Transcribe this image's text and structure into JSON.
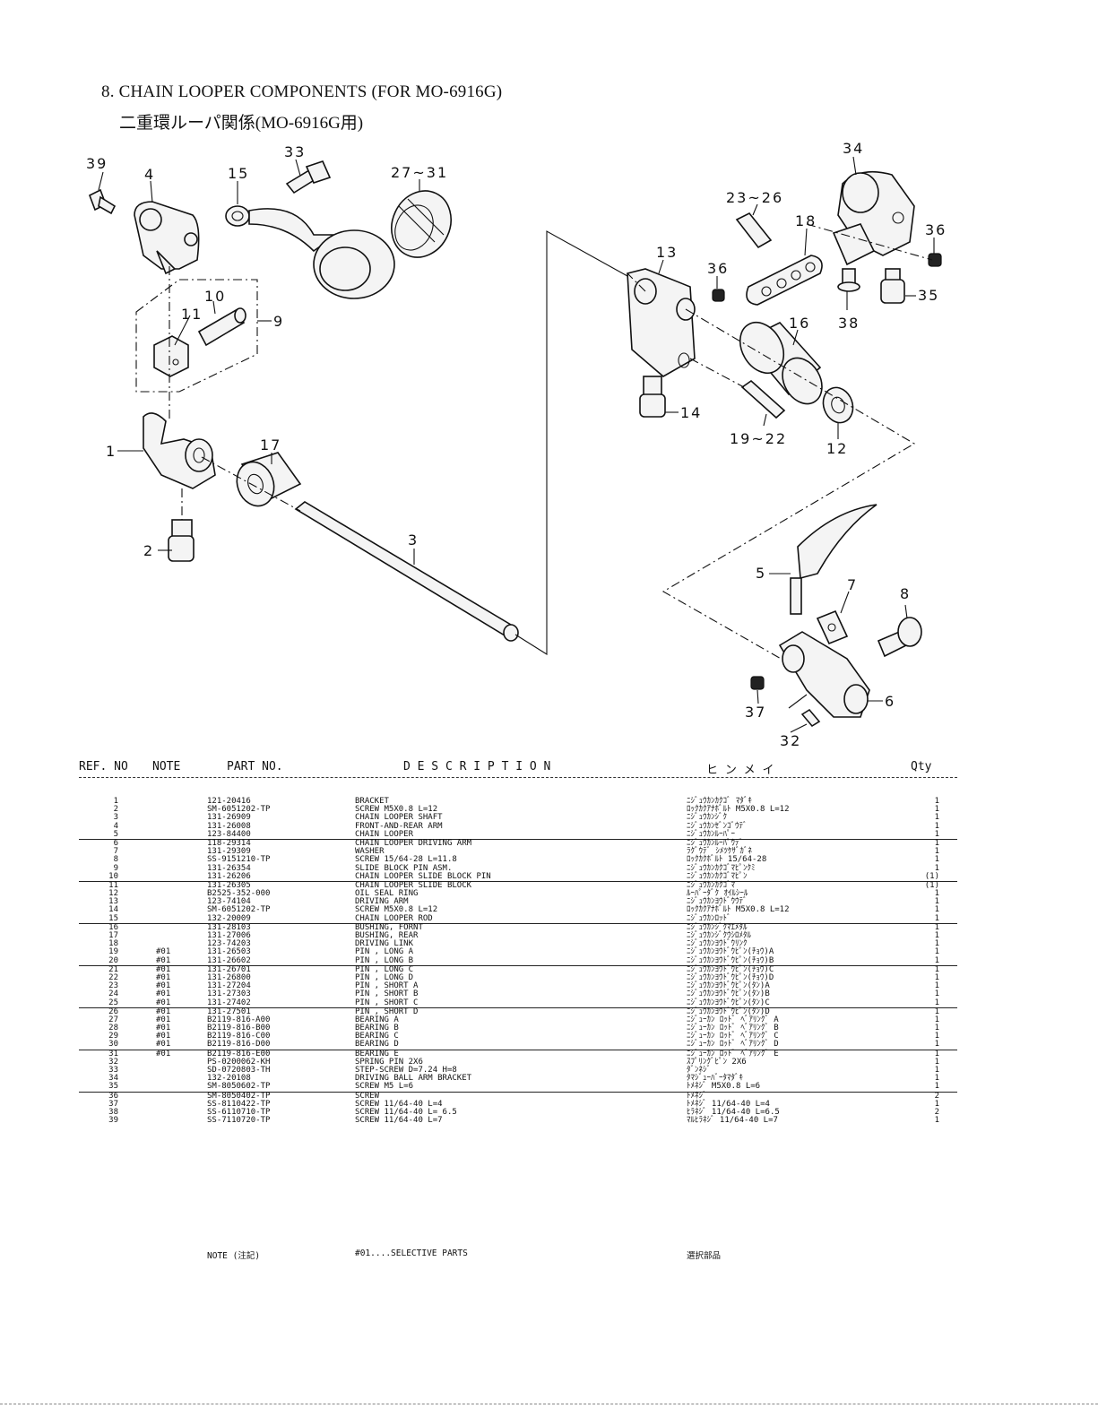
{
  "header": {
    "title": "8. CHAIN LOOPER COMPONENTS (FOR MO-6916G)",
    "subtitle": "二重環ルーパ関係(MO-6916G用)"
  },
  "diagram": {
    "callouts": [
      "39",
      "4",
      "15",
      "33",
      "27~31",
      "34",
      "23~26",
      "18",
      "36",
      "13",
      "36",
      "35",
      "10",
      "11",
      "9",
      "16",
      "38",
      "14",
      "19~22",
      "12",
      "1",
      "17",
      "3",
      "2",
      "5",
      "7",
      "8",
      "6",
      "37",
      "32"
    ]
  },
  "table": {
    "columns": {
      "ref": "REF. NO",
      "note": "NOTE",
      "part": "PART NO.",
      "desc": "D E S C R I P T I O N",
      "kana": "ヒ  ン  メ  イ",
      "qty": "Qty"
    },
    "rows": [
      {
        "ref": "1",
        "note": "",
        "part": "121-20416",
        "desc": "BRACKET",
        "kana": "ﾆｼﾞｭｳｶﾝｶｸｺﾞ ﾏﾀﾞｷ",
        "qty": "1"
      },
      {
        "ref": "2",
        "note": "",
        "part": "SM-6051202-TP",
        "desc": "SCREW M5X0.8 L=12",
        "kana": "ﾛｯｸｶｸｱﾅﾎﾞﾙﾄ M5X0.8 L=12",
        "qty": "1"
      },
      {
        "ref": "3",
        "note": "",
        "part": "131-26909",
        "desc": "CHAIN LOOPER SHAFT",
        "kana": "ﾆｼﾞｭｳｶﾝｼﾞｸ",
        "qty": "1"
      },
      {
        "ref": "4",
        "note": "",
        "part": "131-26008",
        "desc": "FRONT-AND-REAR ARM",
        "kana": "ﾆｼﾞｭｳｶﾝｾﾞﾝｺﾞｳﾃﾞ",
        "qty": "1"
      },
      {
        "ref": "5",
        "note": "",
        "part": "123-84400",
        "desc": "CHAIN LOOPER",
        "kana": "ﾆｼﾞｭｳｶﾝﾙｰﾊﾟｰ",
        "qty": "1"
      },
      {
        "ref": "6",
        "note": "",
        "part": "118-29314",
        "desc": "CHAIN LOOPER DRIVING ARM",
        "kana": "ﾆｼﾞｭｳｶﾝﾙｰﾊﾟｳﾃﾞ",
        "qty": "1"
      },
      {
        "ref": "7",
        "note": "",
        "part": "131-29309",
        "desc": "WASHER",
        "kana": "ﾗｸﾞｳﾃﾞ ｼﾒﾂｹｻﾞｶﾞﾈ",
        "qty": "1"
      },
      {
        "ref": "8",
        "note": "",
        "part": "SS-9151210-TP",
        "desc": "SCREW 15/64-28 L=11.8",
        "kana": "ﾛｯｸｶｸﾎﾞﾙﾄ 15/64-28",
        "qty": "1"
      },
      {
        "ref": "9",
        "note": "",
        "part": "131-26354",
        "desc": "SLIDE BLOCK PIN ASM.",
        "kana": "ﾆｼﾞｭｳｶﾝｶｸｺﾞﾏﾋﾟﾝｸﾐ",
        "qty": "1"
      },
      {
        "ref": "10",
        "note": "",
        "part": "131-26206",
        "desc": "CHAIN LOOPER SLIDE BLOCK PIN",
        "kana": "ﾆｼﾞｭｳｶﾝｶｸｺﾞﾏﾋﾟﾝ",
        "qty": "(1)"
      },
      {
        "ref": "11",
        "note": "",
        "part": "131-26305",
        "desc": "CHAIN LOOPER SLIDE BLOCK",
        "kana": "ﾆｼﾞｭｳｶﾝｶｸｺﾞﾏ",
        "qty": "(1)"
      },
      {
        "ref": "12",
        "note": "",
        "part": "B2525-352-000",
        "desc": "OIL SEAL RING",
        "kana": "ﾙｰﾊﾟｰﾀﾞｸ ｵｲﾙｼｰﾙ",
        "qty": "1"
      },
      {
        "ref": "13",
        "note": "",
        "part": "123-74104",
        "desc": "DRIVING ARM",
        "kana": "ﾆｼﾞｭｳｶﾝﾖｳﾄﾞｳｳﾃﾞ",
        "qty": "1"
      },
      {
        "ref": "14",
        "note": "",
        "part": "SM-6051202-TP",
        "desc": "SCREW M5X0.8 L=12",
        "kana": "ﾛｯｸｶｸｱﾅﾎﾞﾙﾄ M5X0.8 L=12",
        "qty": "1"
      },
      {
        "ref": "15",
        "note": "",
        "part": "132-20009",
        "desc": "CHAIN LOOPER ROD",
        "kana": "ﾆｼﾞｭｳｶﾝﾛｯﾄﾞ",
        "qty": "1"
      },
      {
        "ref": "16",
        "note": "",
        "part": "131-28103",
        "desc": "BUSHING, FORNT",
        "kana": "ﾆｼﾞｭｳｶﾝｼﾞｸﾏｴﾒﾀﾙ",
        "qty": "1"
      },
      {
        "ref": "17",
        "note": "",
        "part": "131-27006",
        "desc": "BUSHING, REAR",
        "kana": "ﾆｼﾞｭｳｶﾝｼﾞｸｳｼﾛﾒﾀﾙ",
        "qty": "1"
      },
      {
        "ref": "18",
        "note": "",
        "part": "123-74203",
        "desc": "DRIVING LINK",
        "kana": "ﾆｼﾞｭｳｶﾝﾖｳﾄﾞｳﾘﾝｸ",
        "qty": "1"
      },
      {
        "ref": "19",
        "note": "#01",
        "part": "131-26503",
        "desc": "PIN , LONG A",
        "kana": "ﾆｼﾞｭｳｶﾝﾖｳﾄﾞｳﾋﾟﾝ(ﾁｮｳ)A",
        "qty": "1"
      },
      {
        "ref": "20",
        "note": "#01",
        "part": "131-26602",
        "desc": "PIN , LONG B",
        "kana": "ﾆｼﾞｭｳｶﾝﾖｳﾄﾞｳﾋﾟﾝ(ﾁｮｳ)B",
        "qty": "1"
      },
      {
        "ref": "21",
        "note": "#01",
        "part": "131-26701",
        "desc": "PIN , LONG C",
        "kana": "ﾆｼﾞｭｳｶﾝﾖｳﾄﾞｳﾋﾟﾝ(ﾁｮｳ)C",
        "qty": "1"
      },
      {
        "ref": "22",
        "note": "#01",
        "part": "131-26800",
        "desc": "PIN , LONG D",
        "kana": "ﾆｼﾞｭｳｶﾝﾖｳﾄﾞｳﾋﾟﾝ(ﾁｮｳ)D",
        "qty": "1"
      },
      {
        "ref": "23",
        "note": "#01",
        "part": "131-27204",
        "desc": "PIN , SHORT A",
        "kana": "ﾆｼﾞｭｳｶﾝﾖｳﾄﾞｳﾋﾟﾝ(ﾀﾝ)A",
        "qty": "1"
      },
      {
        "ref": "24",
        "note": "#01",
        "part": "131-27303",
        "desc": "PIN , SHORT B",
        "kana": "ﾆｼﾞｭｳｶﾝﾖｳﾄﾞｳﾋﾟﾝ(ﾀﾝ)B",
        "qty": "1"
      },
      {
        "ref": "25",
        "note": "#01",
        "part": "131-27402",
        "desc": "PIN , SHORT C",
        "kana": "ﾆｼﾞｭｳｶﾝﾖｳﾄﾞｳﾋﾟﾝ(ﾀﾝ)C",
        "qty": "1"
      },
      {
        "ref": "26",
        "note": "#01",
        "part": "131-27501",
        "desc": "PIN , SHORT D",
        "kana": "ﾆｼﾞｭｳｶﾝﾖｳﾄﾞｳﾋﾟﾝ(ﾀﾝ)D",
        "qty": "1"
      },
      {
        "ref": "27",
        "note": "#01",
        "part": "B2119-816-A00",
        "desc": "BEARING A",
        "kana": "ﾆｼﾞｭｰｶﾝ ﾛｯﾄﾞ ﾍﾞｱﾘﾝｸﾞ A",
        "qty": "1"
      },
      {
        "ref": "28",
        "note": "#01",
        "part": "B2119-816-B00",
        "desc": "BEARING B",
        "kana": "ﾆｼﾞｭｰｶﾝ ﾛｯﾄﾞ ﾍﾞｱﾘﾝｸﾞ B",
        "qty": "1"
      },
      {
        "ref": "29",
        "note": "#01",
        "part": "B2119-816-C00",
        "desc": "BEARING C",
        "kana": "ﾆｼﾞｭｰｶﾝ ﾛｯﾄﾞ ﾍﾞｱﾘﾝｸﾞ C",
        "qty": "1"
      },
      {
        "ref": "30",
        "note": "#01",
        "part": "B2119-816-D00",
        "desc": "BEARING D",
        "kana": "ﾆｼﾞｭｰｶﾝ ﾛｯﾄﾞ ﾍﾞｱﾘﾝｸﾞ D",
        "qty": "1"
      },
      {
        "ref": "31",
        "note": "#01",
        "part": "B2119-816-E00",
        "desc": "BEARING E",
        "kana": "ﾆｼﾞｭｰｶﾝ ﾛｯﾄﾞ ﾍﾞｱﾘﾝｸﾞ E",
        "qty": "1"
      },
      {
        "ref": "32",
        "note": "",
        "part": "PS-0200062-KH",
        "desc": "SPRING PIN 2X6",
        "kana": "ｽﾌﾟﾘﾝｸﾞﾋﾟﾝ 2X6",
        "qty": "1"
      },
      {
        "ref": "33",
        "note": "",
        "part": "SD-0720803-TH",
        "desc": "STEP-SCREW D=7.24 H=8",
        "kana": "ﾀﾞﾝﾈｼﾞ",
        "qty": "1"
      },
      {
        "ref": "34",
        "note": "",
        "part": "132-20108",
        "desc": "DRIVING BALL ARM BRACKET",
        "kana": "ﾀﾏｼﾞｭｰﾊﾞｰﾀﾏﾀﾞｷ",
        "qty": "1"
      },
      {
        "ref": "35",
        "note": "",
        "part": "SM-8050602-TP",
        "desc": "SCREW M5 L=6",
        "kana": "ﾄﾒﾈｼﾞ M5X0.8 L=6",
        "qty": "1"
      },
      {
        "ref": "36",
        "note": "",
        "part": "SM-8050402-TP",
        "desc": "SCREW",
        "kana": "ﾄﾒﾈｼﾞ",
        "qty": "2"
      },
      {
        "ref": "37",
        "note": "",
        "part": "SS-8110422-TP",
        "desc": "SCREW  11/64-40 L=4",
        "kana": "ﾄﾒﾈｼﾞ 11/64-40 L=4",
        "qty": "1"
      },
      {
        "ref": "38",
        "note": "",
        "part": "SS-6110710-TP",
        "desc": "SCREW 11/64-40 L= 6.5",
        "kana": "ﾋﾗﾈｼﾞ 11/64-40 L=6.5",
        "qty": "2"
      },
      {
        "ref": "39",
        "note": "",
        "part": "SS-7110720-TP",
        "desc": "SCREW 11/64-40 L=7",
        "kana": "ﾏﾙﾋﾗﾈｼﾞ 11/64-40 L=7",
        "qty": "1"
      }
    ]
  },
  "footnote": {
    "label": "NOTE (注記)",
    "text": "#01....SELECTIVE PARTS",
    "kana": "選択部品"
  }
}
